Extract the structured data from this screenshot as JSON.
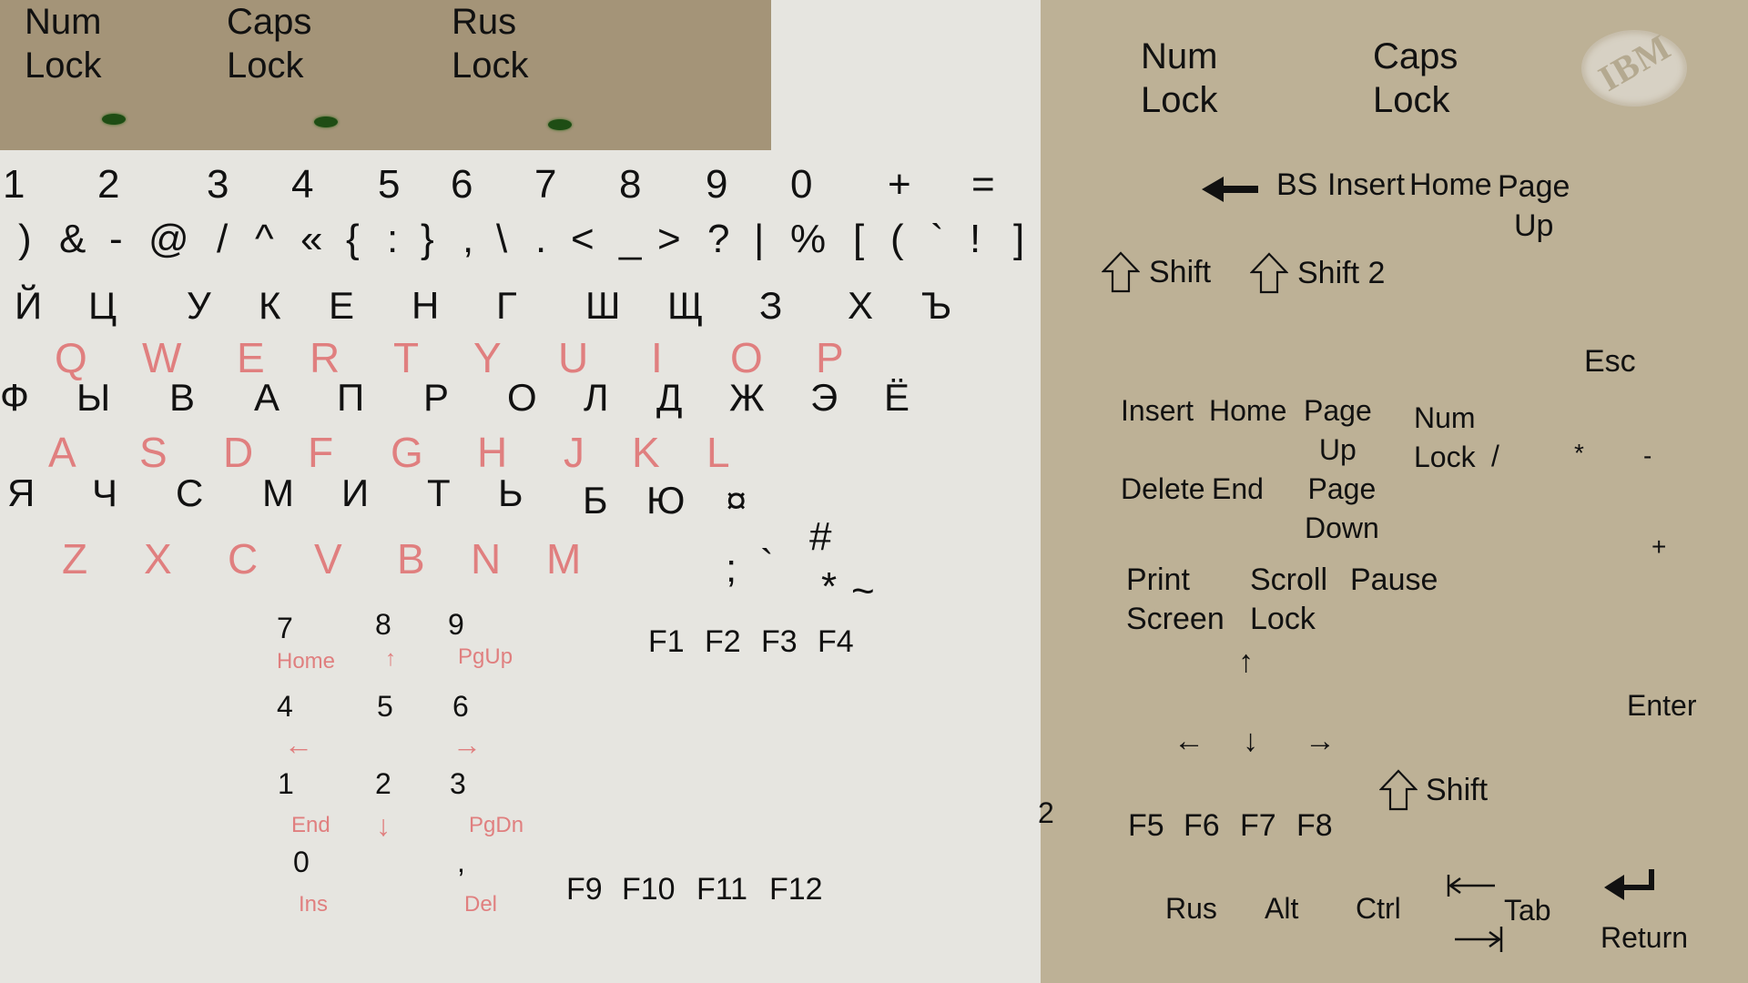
{
  "left": {
    "indicators": [
      {
        "label": "Num\nLock"
      },
      {
        "label": "Caps\nLock"
      },
      {
        "label": "Rus\nLock"
      }
    ],
    "digit_row": [
      "1",
      "2",
      "3",
      "4",
      "5",
      "6",
      "7",
      "8",
      "9",
      "0",
      "+",
      "="
    ],
    "symbol_row": [
      ")",
      "&",
      "-",
      "@",
      "/",
      "^",
      "«",
      "{",
      ":",
      "}",
      ",",
      "\\",
      ".",
      "<",
      "_",
      ">",
      "?",
      "|",
      "%",
      "[",
      "(",
      "`",
      "!",
      "]"
    ],
    "cyr_row1": [
      "Й",
      "Ц",
      "У",
      "К",
      "Е",
      "Н",
      "Г",
      "Ш",
      "Щ",
      "З",
      "Х",
      "Ъ"
    ],
    "lat_row1": [
      "Q",
      "W",
      "E",
      "R",
      "T",
      "Y",
      "U",
      "I",
      "O",
      "P"
    ],
    "cyr_row2": [
      "Ф",
      "Ы",
      "В",
      "А",
      "П",
      "Р",
      "О",
      "Л",
      "Д",
      "Ж",
      "Э",
      "Ё"
    ],
    "lat_row2": [
      "A",
      "S",
      "D",
      "F",
      "G",
      "H",
      "J",
      "K",
      "L"
    ],
    "cyr_row3": [
      "Я",
      "Ч",
      "С",
      "М",
      "И",
      "Т",
      "Ь",
      "Б",
      "Ю",
      "¤"
    ],
    "lat_row3": [
      "Z",
      "X",
      "C",
      "V",
      "B",
      "N",
      "M"
    ],
    "extra": {
      "semicolon": ";",
      "backtick": "`",
      "hash": "#",
      "star": "*",
      "tilde": "~"
    },
    "numpad": [
      {
        "num": "7",
        "sub": "Home"
      },
      {
        "num": "8",
        "sub": "↑"
      },
      {
        "num": "9",
        "sub": "PgUp"
      },
      {
        "num": "4",
        "sub": "←"
      },
      {
        "num": "5",
        "sub": ""
      },
      {
        "num": "6",
        "sub": "→"
      },
      {
        "num": "1",
        "sub": "End"
      },
      {
        "num": "2",
        "sub": "↓"
      },
      {
        "num": "3",
        "sub": "PgDn"
      },
      {
        "num": "0",
        "sub": "Ins"
      },
      {
        "num": ",",
        "sub": "Del"
      }
    ],
    "fkeys_top": [
      "F1",
      "F2",
      "F3",
      "F4"
    ],
    "fkeys_bottom": [
      "F9",
      "F10",
      "F11",
      "F12"
    ]
  },
  "right": {
    "num_lock": "Num\nLock",
    "caps_lock": "Caps\nLock",
    "logo_text": "IBM",
    "bs_row": {
      "bs": "BS",
      "insert": "Insert",
      "home": "Home",
      "page_up": "Page\nUp"
    },
    "shift1": "Shift",
    "shift2": "Shift  2",
    "esc": "Esc",
    "nav": {
      "insert": "Insert",
      "home": "Home",
      "page_up": "Page\nUp",
      "delete": "Delete",
      "end": "End",
      "page_down": "Page\nDown"
    },
    "keypad_top": {
      "num_lock": "Num\nLock",
      "slash": "/",
      "star": "*",
      "minus": "-",
      "plus": "+"
    },
    "print_screen": "Print\nScreen",
    "scroll_lock": "Scroll\nLock",
    "pause": "Pause",
    "arrows": {
      "up": "↑",
      "left": "←",
      "down": "↓",
      "right": "→"
    },
    "enter": "Enter",
    "shift3": "Shift",
    "edge_two": "2",
    "fkeys": [
      "F5",
      "F6",
      "F7",
      "F8"
    ],
    "bottom": {
      "rus": "Rus",
      "alt": "Alt",
      "ctrl": "Ctrl",
      "tab": "Tab",
      "return": "Return"
    }
  },
  "colors": {
    "led_panel": "#a49478",
    "right_panel": "#bdb196",
    "background": "#e6e5e0",
    "latin_letters": "#e07f7f",
    "led": "#1e4d14"
  }
}
